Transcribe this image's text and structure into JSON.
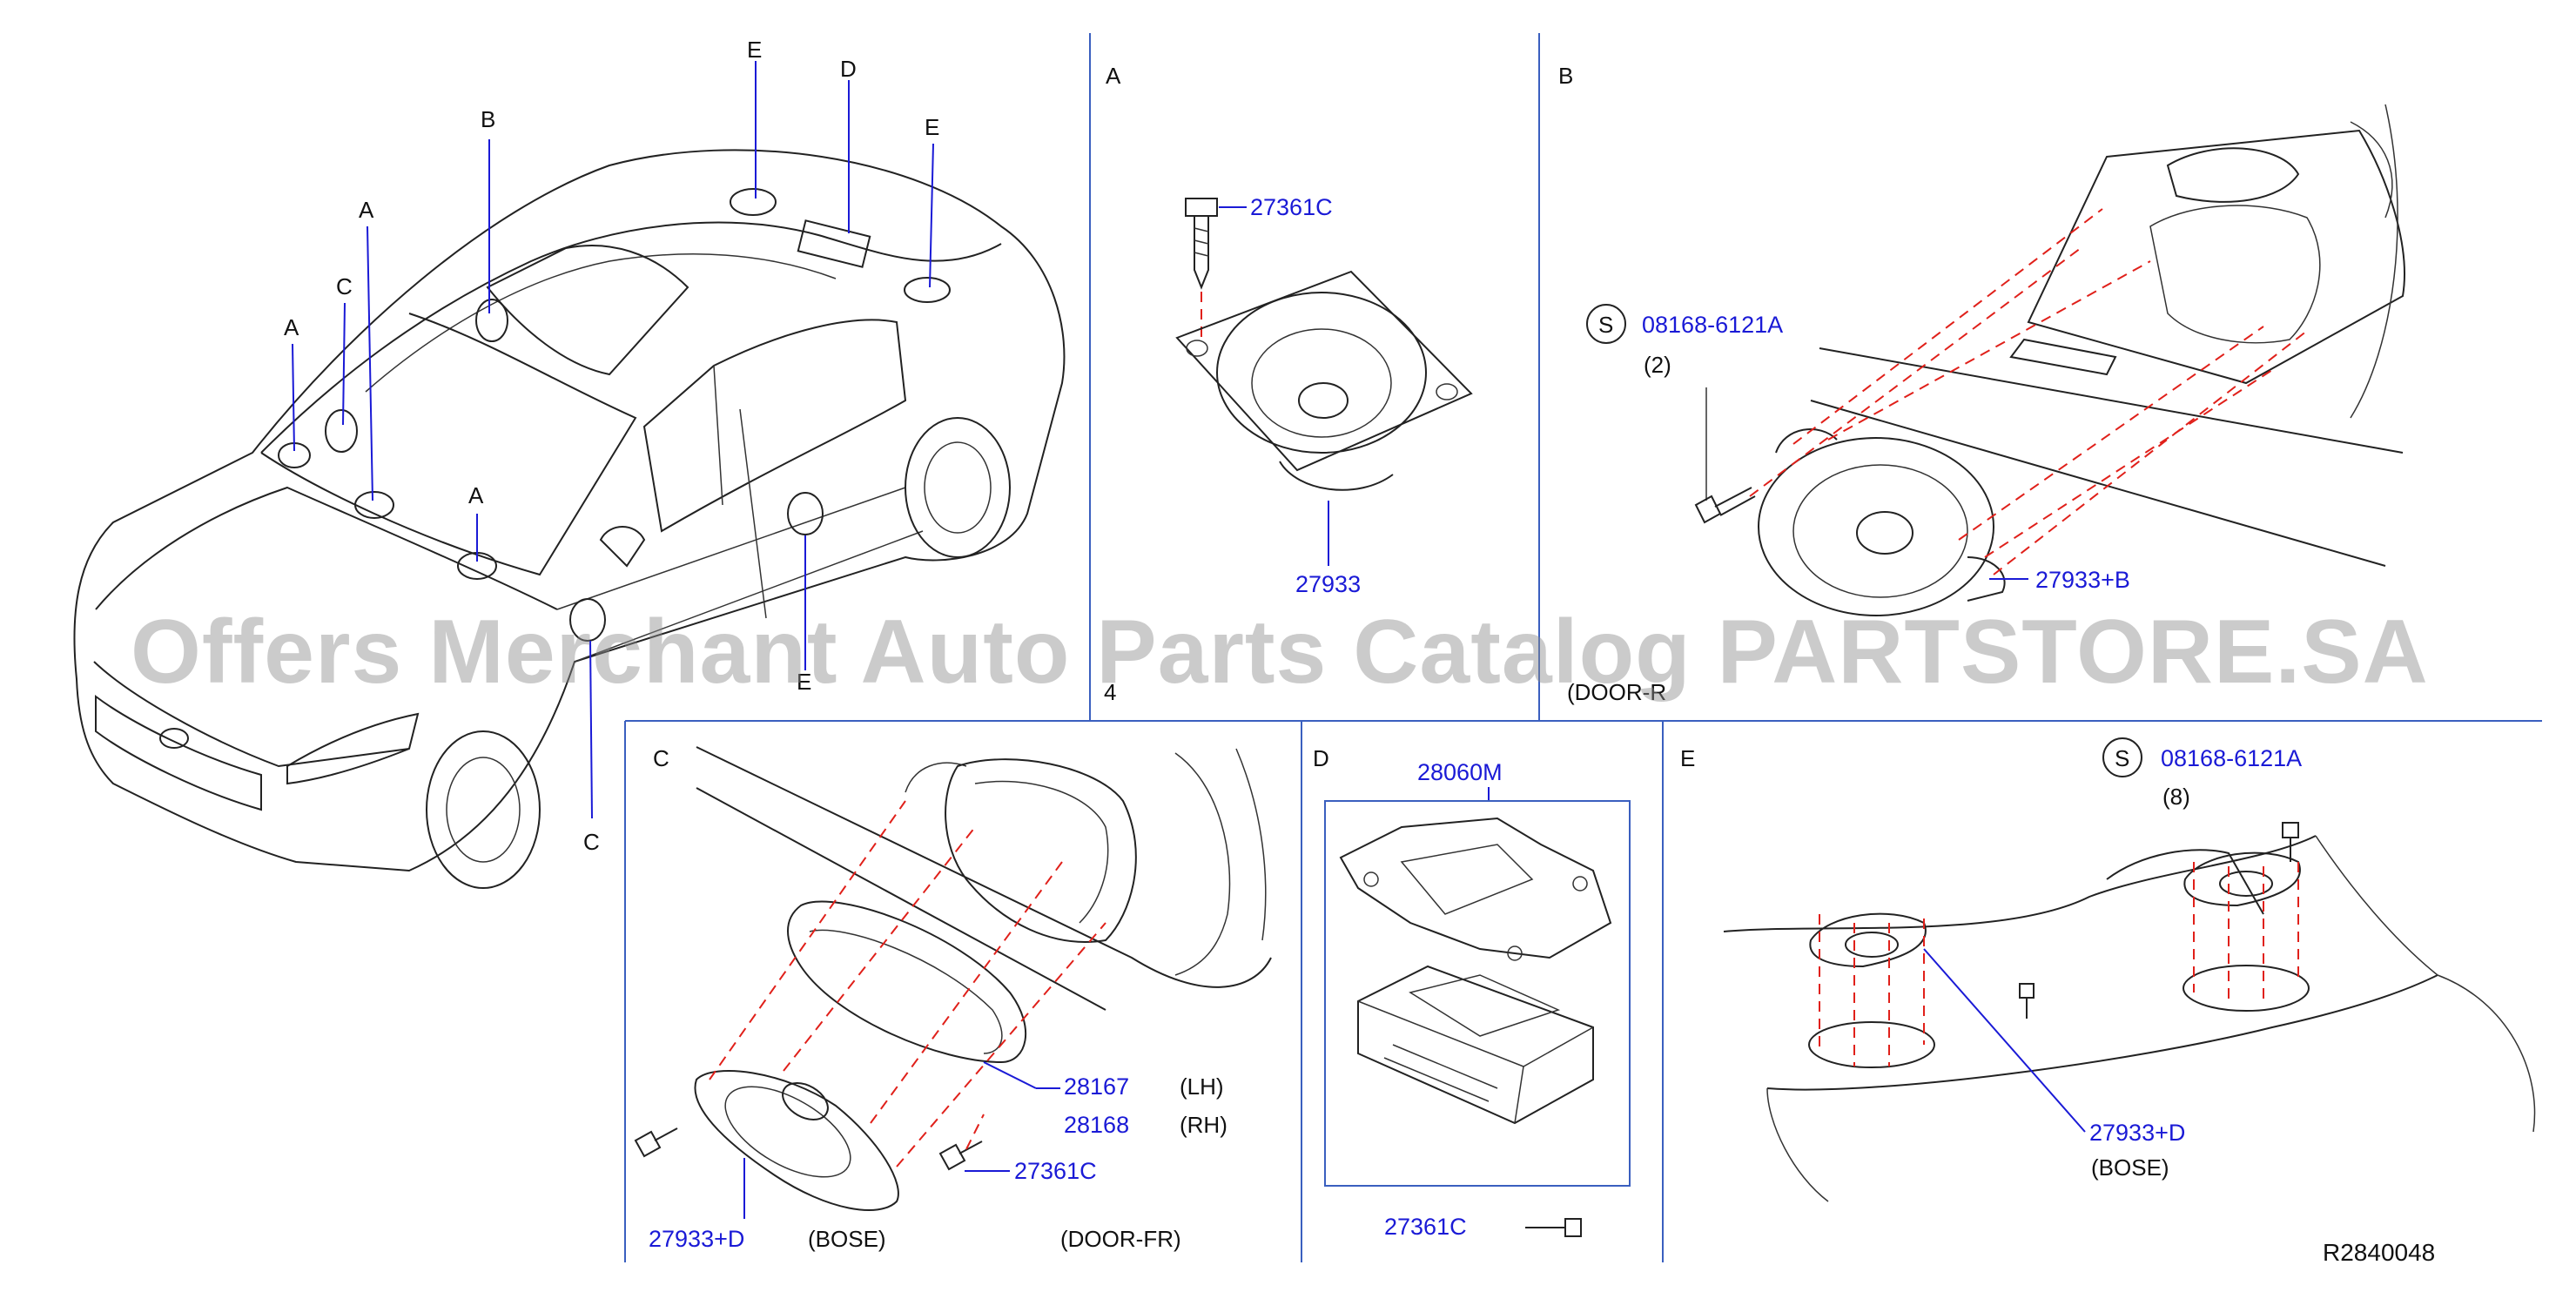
{
  "sections": {
    "car": {
      "labels": [
        "E",
        "D",
        "B",
        "E",
        "A",
        "C",
        "A",
        "A",
        "E",
        "C"
      ]
    },
    "A": {
      "letter": "A",
      "parts": [
        "27361C",
        "27933"
      ],
      "note": "4"
    },
    "B": {
      "letter": "B",
      "symbol": "S",
      "parts": [
        "08168-6121A",
        "27933+B"
      ],
      "qty": "(2)",
      "note": "(DOOR-R"
    },
    "C": {
      "letter": "C",
      "parts": [
        "28167",
        "28168",
        "27361C",
        "27933+D"
      ],
      "sides": [
        "(LH)",
        "(RH)"
      ],
      "notes": [
        "(BOSE)",
        "(DOOR-FR)"
      ]
    },
    "D": {
      "letter": "D",
      "parts": [
        "28060M",
        "27361C"
      ]
    },
    "E": {
      "letter": "E",
      "symbol": "S",
      "parts": [
        "08168-6121A",
        "27933+D"
      ],
      "qty": "(8)",
      "notes": [
        "(BOSE)"
      ]
    }
  },
  "diagram_id": "R2840048",
  "watermark": "Offers Merchant Auto Parts Catalog PARTSTORE.SA",
  "colors": {
    "part_number": "#1a1ad6",
    "dashed_guide": "#e0201a",
    "separator": "#3a5fbf",
    "ink": "#222222"
  }
}
